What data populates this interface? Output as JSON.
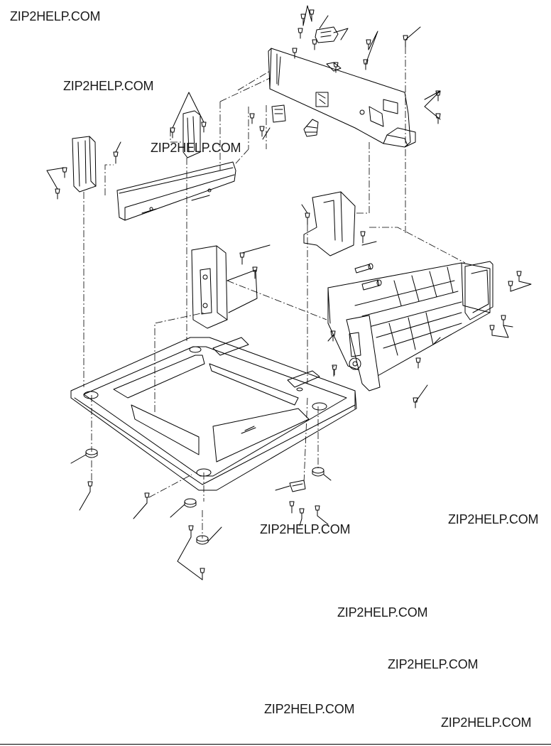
{
  "watermarks": [
    "ZIP2HELP.COM",
    "ZIP2HELP.COM",
    "ZIP2HELP.COM",
    "ZIP2HELP.COM",
    "ZIP2HELP.COM",
    "ZIP2HELP.COM",
    "ZIP2HELP.COM",
    "ZIP2HELP.COM",
    "ZIP2HELP.COM"
  ],
  "colors": {
    "line": "#000000",
    "background": "#ffffff",
    "watermark": "#1a1a1a"
  }
}
